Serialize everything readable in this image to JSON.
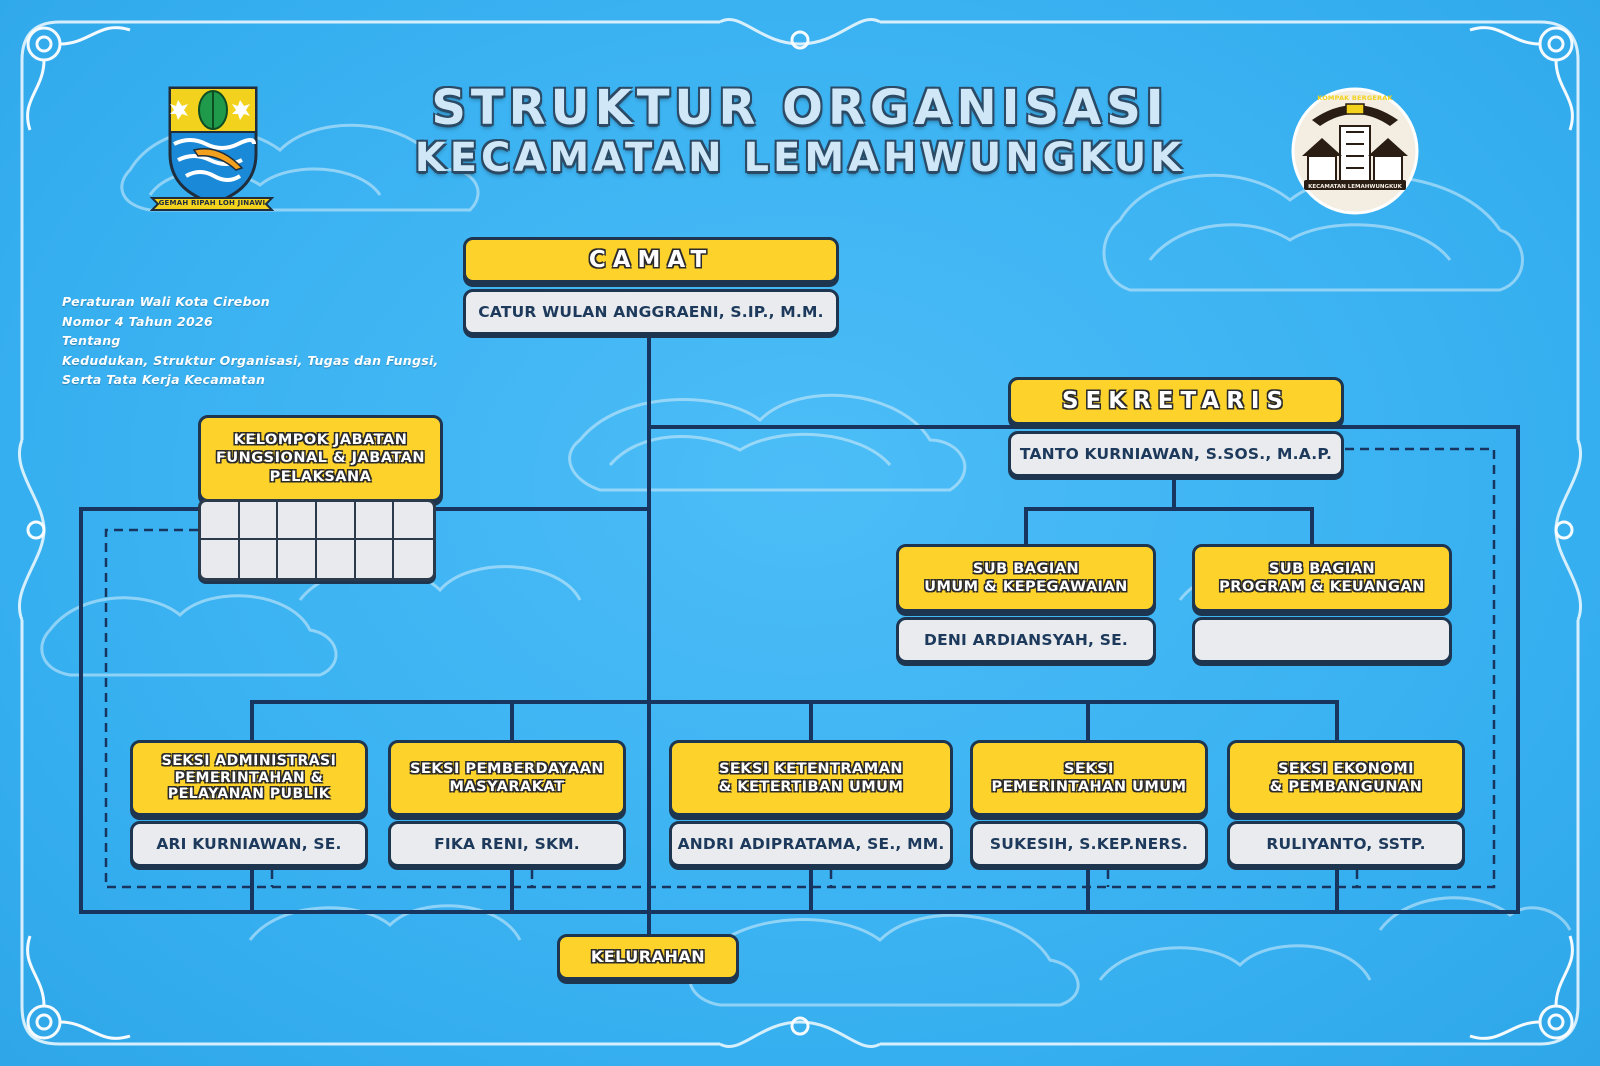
{
  "header": {
    "title_line1": "STRUKTUR ORGANISASI",
    "title_line2": "KECAMATAN LEMAHWUNGKUK"
  },
  "logos": {
    "left": {
      "icon": "cirebon-city-emblem",
      "motto": "GEMAH RIPAH LOH JINAWI"
    },
    "right": {
      "icon": "kecamatan-lemahwungkuk-badge",
      "top_text": "KOMPAK BERGERAK",
      "bottom_text": "KECAMATAN LEMAHWUNGKUK"
    }
  },
  "regulation_note": [
    "Peraturan Wali Kota Cirebon",
    "Nomor 4 Tahun 2026",
    "Tentang",
    "Kedudukan, Struktur Organisasi, Tugas dan Fungsi,",
    "Serta Tata Kerja Kecamatan"
  ],
  "org": {
    "camat": {
      "title": "CAMAT",
      "name": "CATUR WULAN ANGGRAENI, S.IP., M.M."
    },
    "sekretaris": {
      "title": "SEKRETARIS",
      "name": "TANTO KURNIAWAN, S.SOS., M.A.P."
    },
    "fungsional": {
      "title_lines": [
        "KELOMPOK JABATAN",
        "FUNGSIONAL & JABATAN",
        "PELAKSANA"
      ]
    },
    "sub_bagian": [
      {
        "title_lines": [
          "SUB BAGIAN",
          "UMUM & KEPEGAWAIAN"
        ],
        "name": "DENI ARDIANSYAH, SE."
      },
      {
        "title_lines": [
          "SUB BAGIAN",
          "PROGRAM & KEUANGAN"
        ],
        "name": ""
      }
    ],
    "seksi": [
      {
        "title_lines": [
          "SEKSI ADMINISTRASI",
          "PEMERINTAHAN &",
          "PELAYANAN PUBLIK"
        ],
        "name": "ARI KURNIAWAN, SE."
      },
      {
        "title_lines": [
          "SEKSI PEMBERDAYAAN",
          "MASYARAKAT"
        ],
        "name": "FIKA RENI, SKM."
      },
      {
        "title_lines": [
          "SEKSI KETENTRAMAN",
          "& KETERTIBAN UMUM"
        ],
        "name": "ANDRI ADIPRATAMA, SE., MM."
      },
      {
        "title_lines": [
          "SEKSI",
          "PEMERINTAHAN UMUM"
        ],
        "name": "SUKESIH, S.KEP.NERS."
      },
      {
        "title_lines": [
          "SEKSI EKONOMI",
          "& PEMBANGUNAN"
        ],
        "name": "RULIYANTO, SSTP."
      }
    ],
    "kelurahan": {
      "title": "KELURAHAN"
    }
  },
  "colors": {
    "background": "#3db4f3",
    "box_yellow": "#fdd22a",
    "box_gray": "#e9ebee",
    "line_navy": "#17355f"
  }
}
